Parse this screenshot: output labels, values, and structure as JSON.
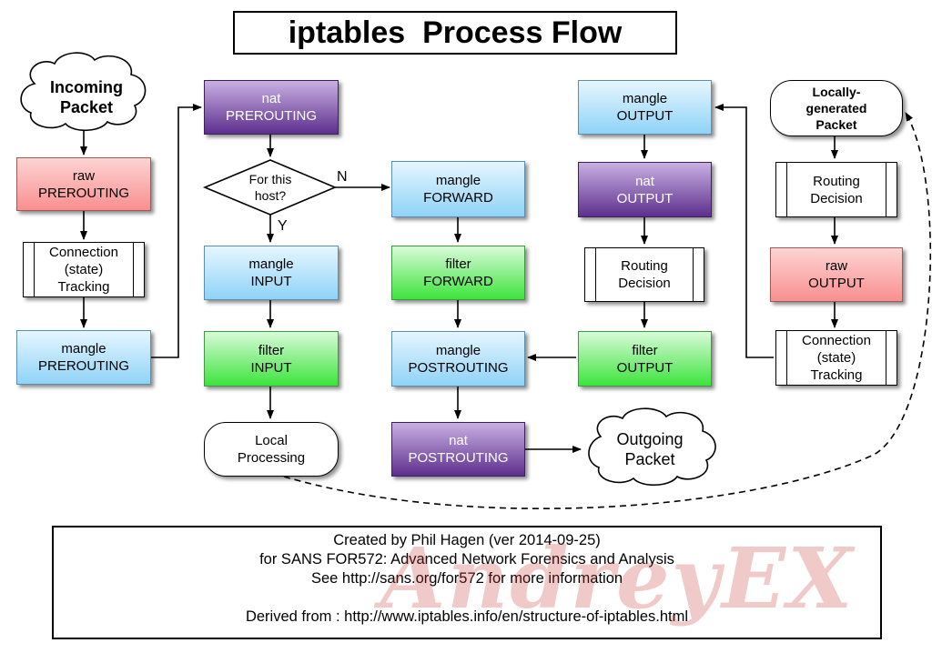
{
  "title": "iptables  Process Flow",
  "incoming": [
    "Incoming",
    "Packet"
  ],
  "outgoing": [
    "Outgoing",
    "Packet"
  ],
  "local_generated": [
    "Locally-",
    "generated",
    "Packet"
  ],
  "col1": {
    "raw_prerouting": [
      "raw",
      "PREROUTING"
    ],
    "conntrack": [
      "Connection",
      "(state)",
      "Tracking"
    ],
    "mangle_prerouting": [
      "mangle",
      "PREROUTING"
    ]
  },
  "col2": {
    "nat_prerouting": [
      "nat",
      "PREROUTING"
    ],
    "decision": [
      "For this",
      "host?"
    ],
    "yes_label": "Y",
    "no_label": "N",
    "mangle_input": [
      "mangle",
      "INPUT"
    ],
    "filter_input": [
      "filter",
      "INPUT"
    ],
    "local_processing": [
      "Local",
      "Processing"
    ]
  },
  "col3": {
    "mangle_forward": [
      "mangle",
      "FORWARD"
    ],
    "filter_forward": [
      "filter",
      "FORWARD"
    ],
    "mangle_postrouting": [
      "mangle",
      "POSTROUTING"
    ],
    "nat_postrouting": [
      "nat",
      "POSTROUTING"
    ]
  },
  "col4": {
    "mangle_output": [
      "mangle",
      "OUTPUT"
    ],
    "nat_output": [
      "nat",
      "OUTPUT"
    ],
    "routing_decision": [
      "Routing",
      "Decision"
    ],
    "filter_output": [
      "filter",
      "OUTPUT"
    ]
  },
  "col5": {
    "routing_decision": [
      "Routing",
      "Decision"
    ],
    "raw_output": [
      "raw",
      "OUTPUT"
    ],
    "conntrack": [
      "Connection",
      "(state)",
      "Tracking"
    ]
  },
  "footer": {
    "line1": "Created by Phil Hagen (ver 2014-09-25)",
    "line2": "for SANS FOR572: Advanced Network Forensics and Analysis",
    "line3": "See http://sans.org/for572 for more information",
    "line4": "",
    "line5": "Derived from : http://www.iptables.info/en/structure-of-iptables.html"
  },
  "watermark": "AndreyEX"
}
